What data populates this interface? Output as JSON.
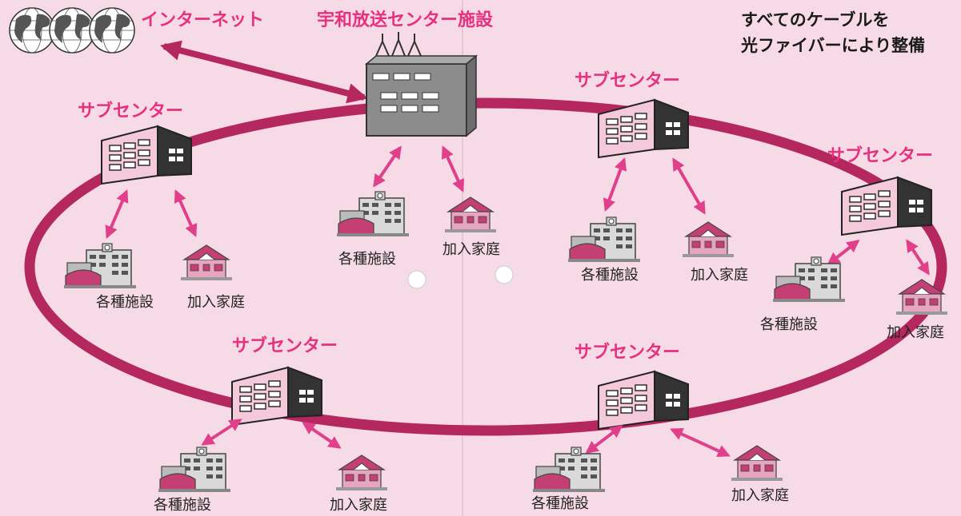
{
  "center": {
    "title": "宇和放送センター施設"
  },
  "internet": {
    "label": "インターネット"
  },
  "note": {
    "line1": "すべてのケーブルを",
    "line2": "光ファイバーにより整備"
  },
  "sub_center_label": "サブセンター",
  "facility_label": "各種施設",
  "home_label": "加入家庭",
  "colors": {
    "ring": "#b5285f",
    "arrow": "#e0408a",
    "label": "#e5317f",
    "background": "#f6dbe6"
  },
  "icons": [
    "globe-icon",
    "broadcast-center-icon",
    "sub-center-building-icon",
    "facility-icon",
    "house-icon"
  ]
}
